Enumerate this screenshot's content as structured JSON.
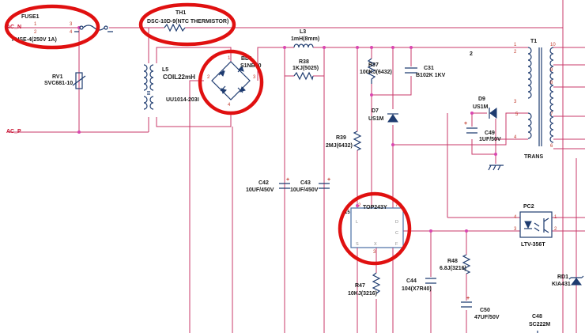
{
  "fuse1": {
    "ref": "FUSE1",
    "value": "FUSE-4(250V 1A)",
    "pin1": "1",
    "pin2": "2",
    "pin3": "3",
    "pin4": "4"
  },
  "net_ac_n": "AC_N",
  "net_ac_p": "AC_P",
  "th1": {
    "ref": "TH1",
    "value": "DSC-10D-9(NTC THERMISTOR)"
  },
  "rv1": {
    "ref": "RV1",
    "value": "SVC681-10"
  },
  "l5": {
    "ref": "L5",
    "value": "COIL22mH",
    "part": "UU1014-203I"
  },
  "bd1": {
    "ref": "BD1",
    "value": "S1NB60",
    "p1": "1",
    "p2": "2",
    "p3": "3",
    "p4": "4"
  },
  "l3": {
    "ref": "L3",
    "value": "1mH(8mm)"
  },
  "r38": {
    "ref": "R38",
    "value": "1KJ(5025)"
  },
  "r37": {
    "ref": "R37",
    "value": "100KJ(6432)"
  },
  "c31": {
    "ref": "C31",
    "value": "B102K 1KV"
  },
  "d7": {
    "ref": "D7",
    "value": "US1M"
  },
  "t1": {
    "ref": "T1",
    "name": "TRANS",
    "pins": [
      "1",
      "2",
      "3",
      "4",
      "5",
      "6",
      "7",
      "8",
      "9",
      "10"
    ]
  },
  "net2": "2",
  "d9": {
    "ref": "D9",
    "value": "US1M"
  },
  "c49": {
    "ref": "C49",
    "value": "1UF/50V"
  },
  "r39": {
    "ref": "R39",
    "value": "2MJ(6432)"
  },
  "c42": {
    "ref": "C42",
    "value": "10UF/450V"
  },
  "c43": {
    "ref": "C43",
    "value": "10UF/450V"
  },
  "top": {
    "ref": "TOP243Y",
    "pin_num": "15",
    "l": "L",
    "d": "D",
    "c": "C",
    "s": "S",
    "x": "X",
    "f": "F",
    "p2": "2",
    "p3": "3",
    "p7": "7"
  },
  "pc2": {
    "ref": "PC2",
    "value": "LTV-356T",
    "p1": "1",
    "p2": "2",
    "p3": "3",
    "p4": "4"
  },
  "r48": {
    "ref": "R48",
    "value": "6.8J(3216)"
  },
  "c44": {
    "ref": "C44",
    "value": "104(X7R40)"
  },
  "r47": {
    "ref": "R47",
    "value": "10KJ(3216)"
  },
  "c50": {
    "ref": "C50",
    "value": "47UF/50V"
  },
  "c48": {
    "ref": "C48",
    "value": "SC222M"
  },
  "rd1": {
    "ref": "RD1",
    "value": "KIA431"
  }
}
